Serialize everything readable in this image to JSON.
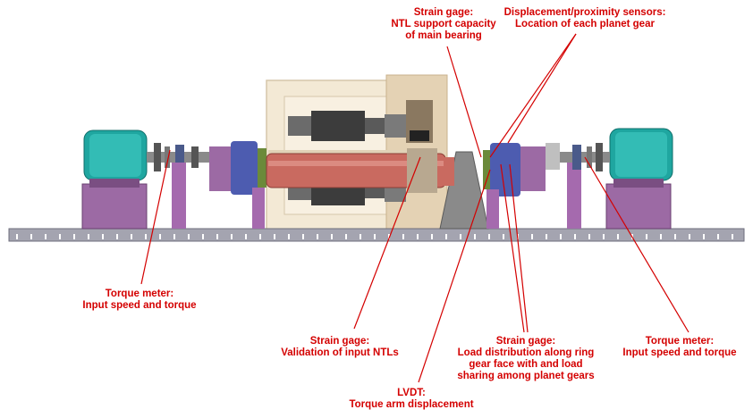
{
  "colors": {
    "annotation": "#d40000",
    "motor": "#1fa6a0",
    "base_plate": "#9a9aa6",
    "pedestal": "#a06aa8",
    "shaft": "#c86060",
    "frame": "#e8d8b8",
    "support": "#8a8a8a"
  },
  "annotations": [
    {
      "id": "strain-gage-ntl-bearing",
      "lines": [
        "Strain gage:",
        "NTL support capacity",
        "of main bearing"
      ]
    },
    {
      "id": "displacement-sensors",
      "lines": [
        "Displacement/proximity sensors:",
        "Location of each planet gear"
      ]
    },
    {
      "id": "torque-meter-left",
      "lines": [
        "Torque meter:",
        "Input speed and torque"
      ]
    },
    {
      "id": "strain-gage-input-ntl",
      "lines": [
        "Strain gage:",
        "Validation of input  NTLs"
      ]
    },
    {
      "id": "strain-gage-load-distribution",
      "lines": [
        "Strain gage:",
        "Load distribution along ring",
        "gear  face with and load",
        "sharing among planet gears"
      ]
    },
    {
      "id": "torque-meter-right",
      "lines": [
        "Torque meter:",
        "Input speed and torque"
      ]
    },
    {
      "id": "lvdt",
      "lines": [
        "LVDT:",
        "Torque arm displacement"
      ]
    }
  ]
}
